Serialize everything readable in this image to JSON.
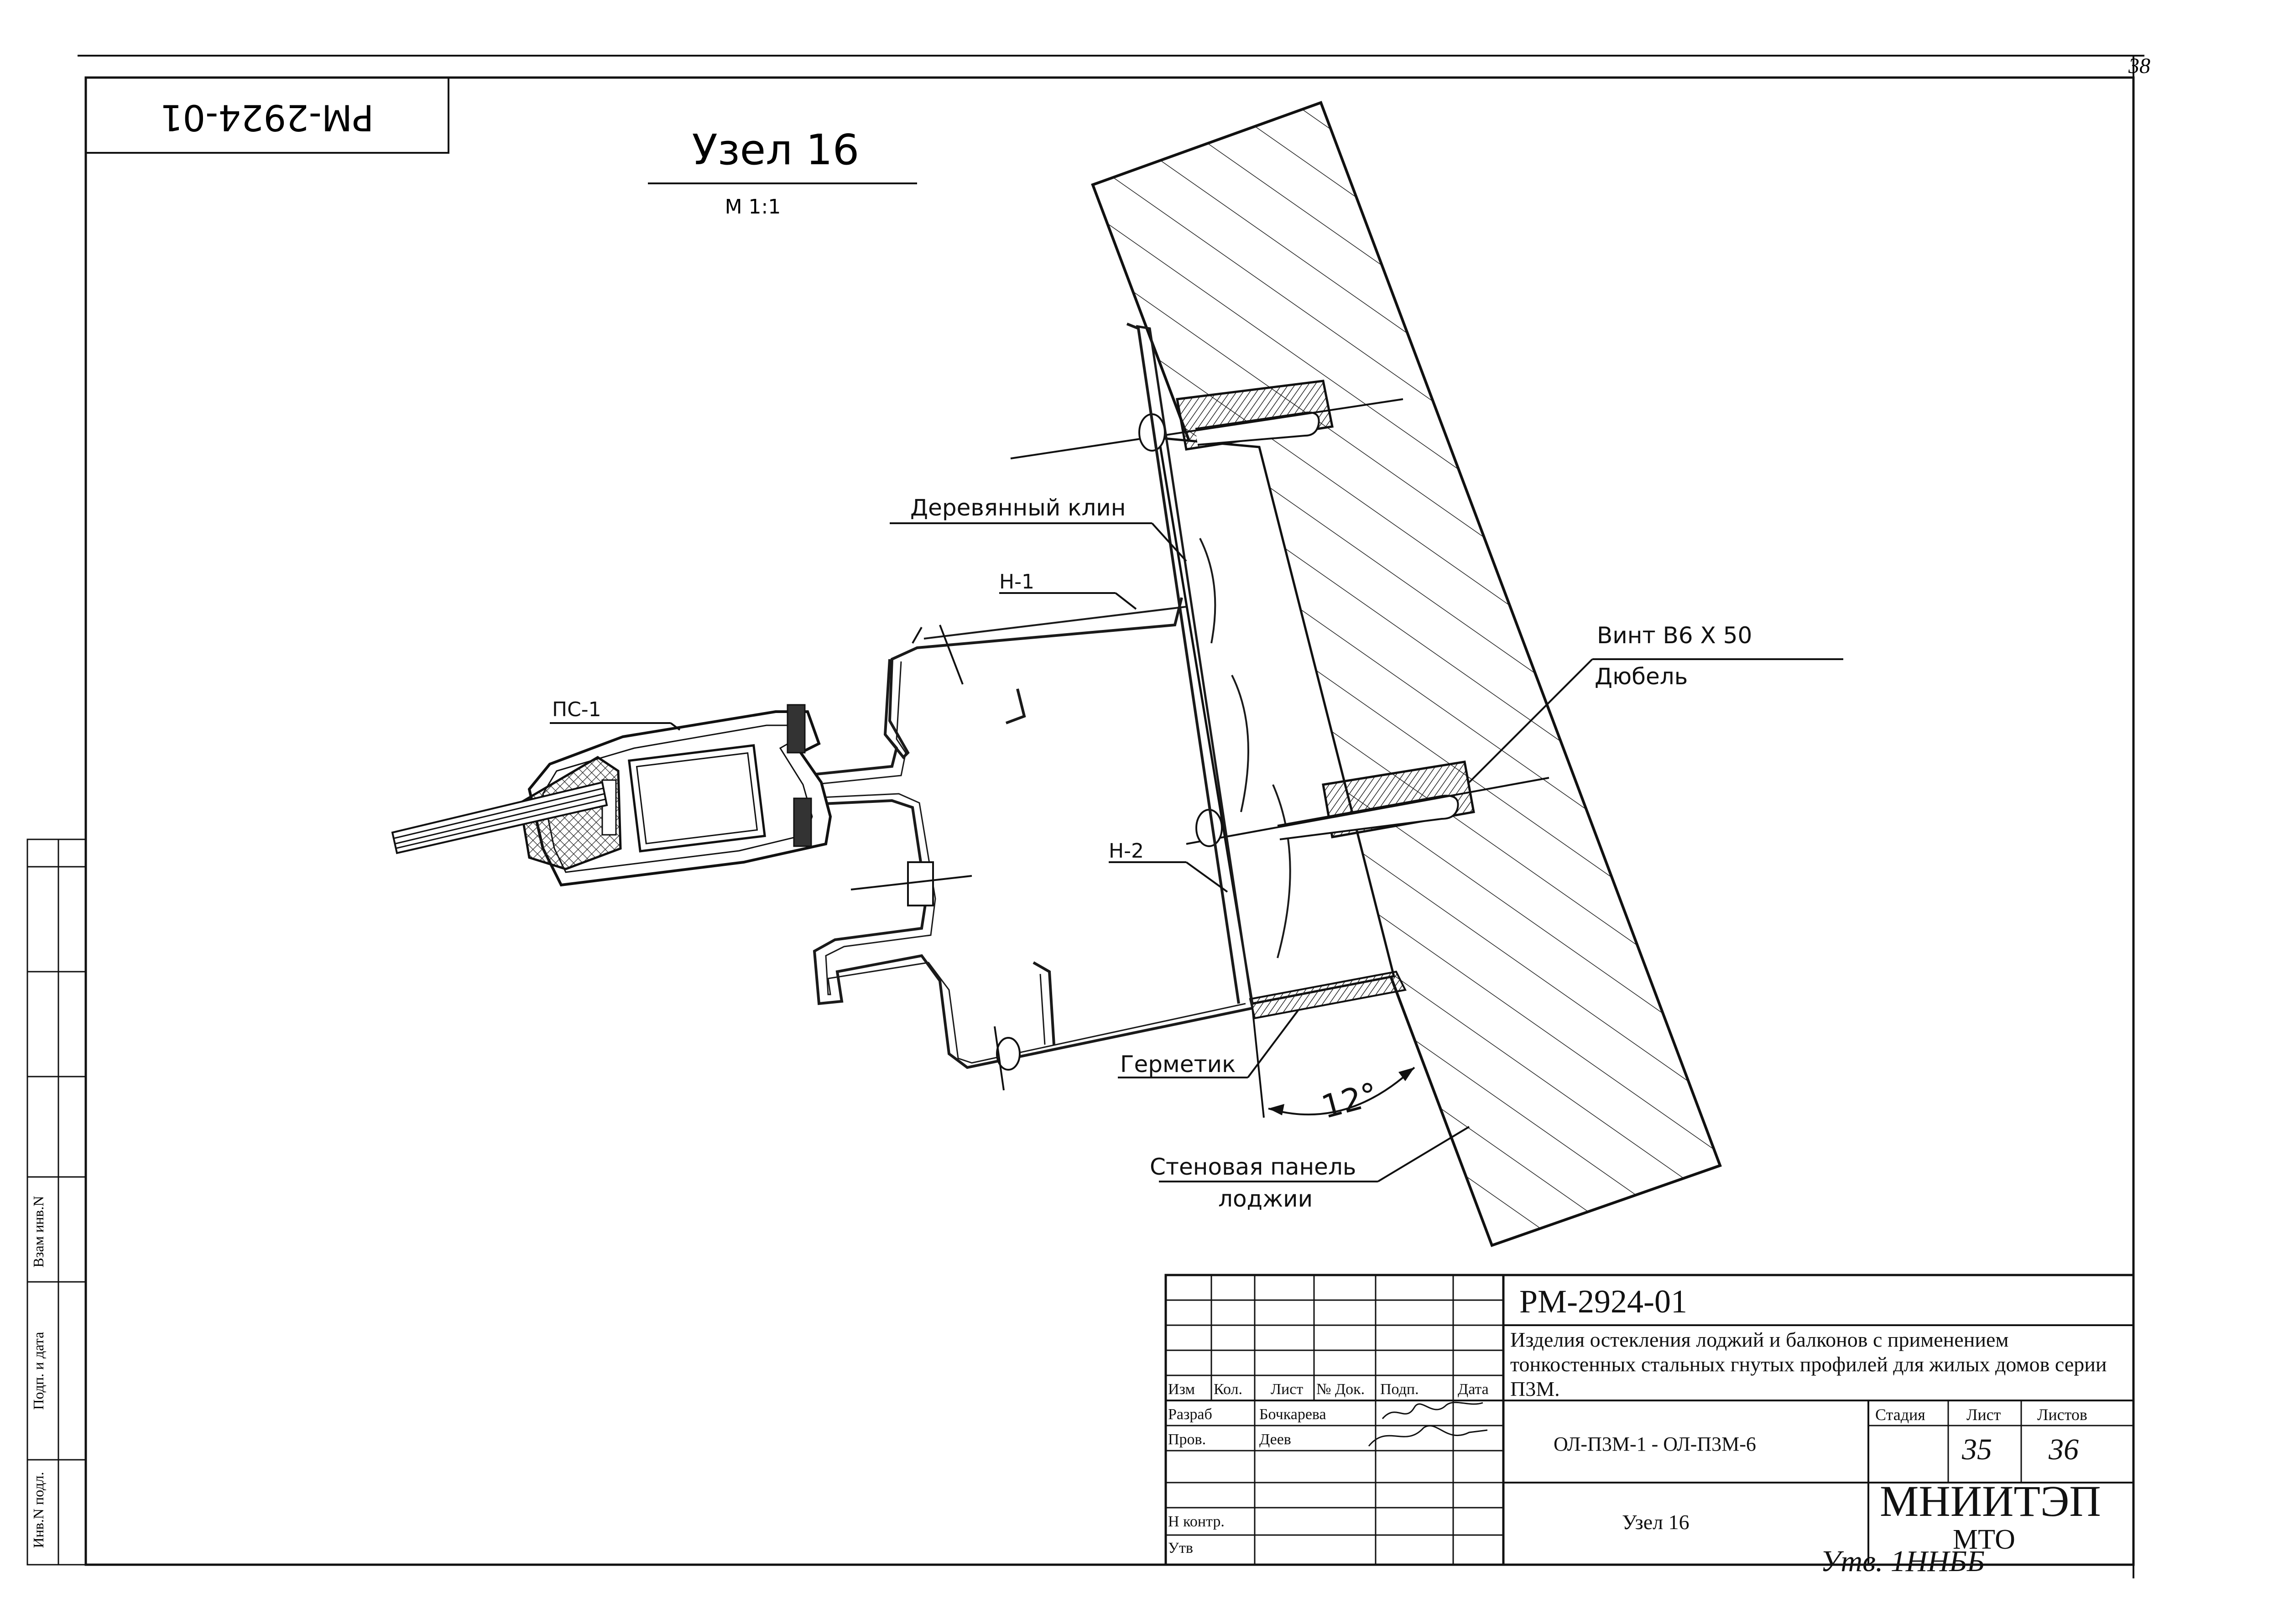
{
  "sheet": {
    "page_number": "38",
    "corner_code": "РМ-2924-01"
  },
  "drawing": {
    "title": "Узел 16",
    "scale": "М 1:1",
    "labels": {
      "wood_wedge": "Деревянный клин",
      "h1": "Н-1",
      "h2": "Н-2",
      "ps1": "ПС-1",
      "screw": "Винт В6 Х 50",
      "dowel": "Дюбель",
      "sealant": "Герметик",
      "angle": "12°",
      "wall_panel_1": "Стеновая панель",
      "wall_panel_2": "лоджии"
    }
  },
  "left_strip": {
    "vzam": "Взам инв.N",
    "podp": "Подп. и дата",
    "inv": "Инв.N подл."
  },
  "title_block": {
    "doc_code": "РМ-2924-01",
    "description": "Изделия остекления лоджий и балконов с применением тонкостенных стальных гнутых профилей для жилых домов серии П3М.",
    "headers": [
      "Изм",
      "Кол.",
      "Лист",
      "№ Док.",
      "Подп.",
      "Дата"
    ],
    "roles": [
      {
        "role": "Разраб",
        "name": "Бочкарева"
      },
      {
        "role": "Пров.",
        "name": "Деев"
      },
      {
        "role": "Н контр.",
        "name": ""
      },
      {
        "role": "Утв",
        "name": ""
      }
    ],
    "product": "ОЛ-П3М-1 - ОЛ-П3М-6",
    "sheet_name": "Узел 16",
    "stage_label": "Стадия",
    "sheet_label": "Лист",
    "sheets_label": "Листов",
    "sheet_value": "35",
    "sheets_value": "36",
    "org_1": "МНИИТЭП",
    "org_2": "МТО",
    "approval_note": "Утв. 1ННББ"
  }
}
